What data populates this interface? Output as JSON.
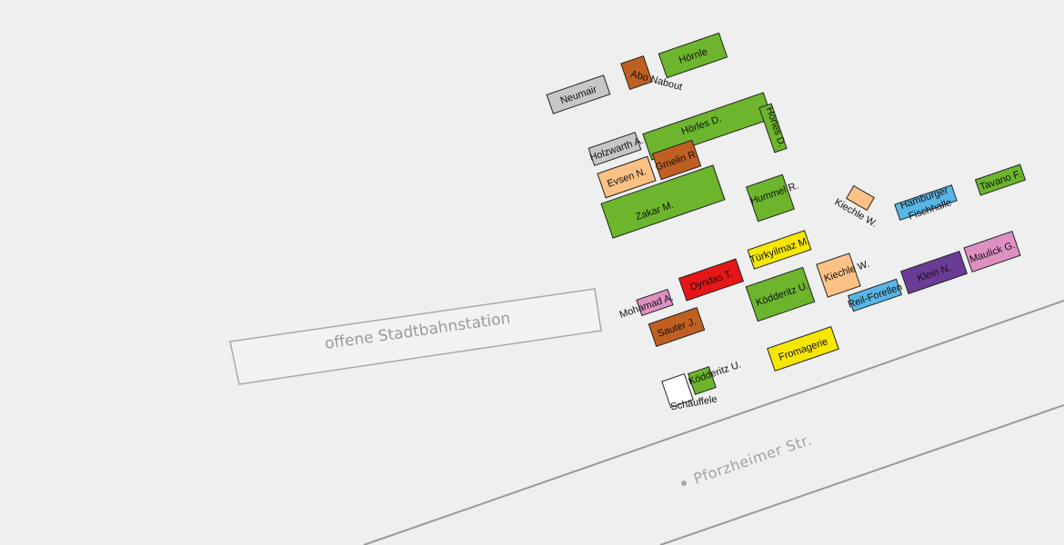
{
  "map": {
    "station_label": "offene Stadtbahnstation",
    "street_label": "Pforzheimer Str."
  },
  "colors": {
    "green": "#6cb52d",
    "brown": "#c05f22",
    "gray": "#c7c7c7",
    "peach": "#fbc185",
    "yellow": "#f5e700",
    "red": "#e61616",
    "pink": "#de90c3",
    "purple": "#6b3c95",
    "blue": "#58b6e5",
    "white": "#ffffff"
  },
  "stalls": [
    {
      "id": "neumair",
      "name": "Neumair",
      "color": "gray"
    },
    {
      "id": "abo-nabout",
      "name": "Abo Nabout",
      "color": "brown"
    },
    {
      "id": "hoernle",
      "name": "Hörnle",
      "color": "green"
    },
    {
      "id": "hoerles-d",
      "name": "Hörles D.",
      "color": "green"
    },
    {
      "id": "hoerles-d-2",
      "name": "Hörles D.",
      "color": "green"
    },
    {
      "id": "holzwarth-a",
      "name": "Holzwarth A.",
      "color": "gray"
    },
    {
      "id": "evsen-n",
      "name": "Evsen N.",
      "color": "peach"
    },
    {
      "id": "gmelin-r",
      "name": "Gmelin R.",
      "color": "brown"
    },
    {
      "id": "zakar-m",
      "name": "Zakar M.",
      "color": "green"
    },
    {
      "id": "hummel-r",
      "name": "Hummel R.",
      "color": "green"
    },
    {
      "id": "kiechle-w-small",
      "name": "Kiechle W.",
      "color": "peach"
    },
    {
      "id": "hamburger-fischhalle",
      "name": "Hamburger",
      "name2": "Fischhalle",
      "color": "blue"
    },
    {
      "id": "tavano-f",
      "name": "Tavano F.",
      "color": "green"
    },
    {
      "id": "tuerkyilmaz-m",
      "name": "Türkyilmaz M.",
      "color": "yellow"
    },
    {
      "id": "dyndas-t",
      "name": "Dyndas T.",
      "color": "red"
    },
    {
      "id": "mohamad-a",
      "name": "Mohamad A.",
      "color": "pink"
    },
    {
      "id": "koedderitz-u",
      "name": "Ködderitz U.",
      "color": "green"
    },
    {
      "id": "kiechle-w",
      "name": "Kiechle W.",
      "color": "peach"
    },
    {
      "id": "reil-forellen",
      "name": "Reil-Forellen",
      "color": "blue"
    },
    {
      "id": "klein-n",
      "name": "Klein N.",
      "color": "purple"
    },
    {
      "id": "maulick-g",
      "name": "Maulick G.",
      "color": "pink"
    },
    {
      "id": "sauter-j",
      "name": "Sauter J.",
      "color": "brown"
    },
    {
      "id": "fromagerie",
      "name": "Fromagerie",
      "color": "yellow"
    },
    {
      "id": "schaeuffele",
      "name": "Schäuffele",
      "color": "white"
    },
    {
      "id": "koedderitz-u-small",
      "name": "Ködderitz U.",
      "color": "green"
    }
  ]
}
